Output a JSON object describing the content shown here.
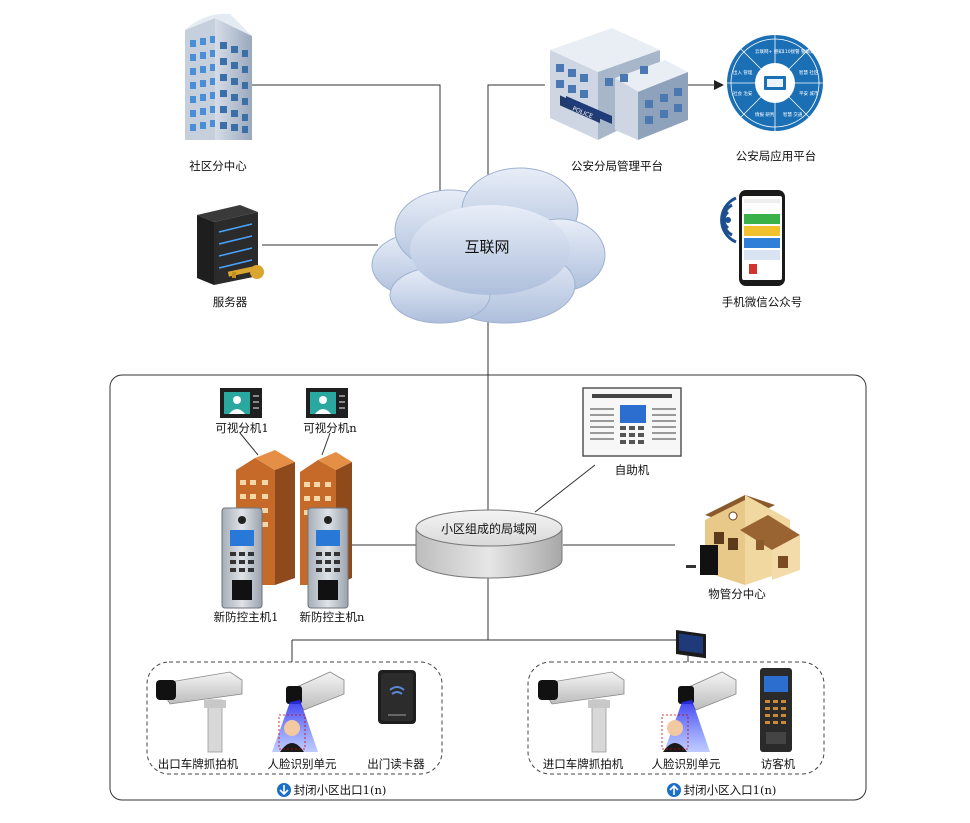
{
  "nodes": {
    "community_center": "社区分中心",
    "server": "服务器",
    "internet": "互联网",
    "police_platform": "公安分局管理平台",
    "police_app": "公安局应用平台",
    "wechat": "手机微信公众号",
    "video_ext_1": "可视分机1",
    "video_ext_n": "可视分机n",
    "kiosk": "自助机",
    "lan": "小区组成的局域网",
    "host_1": "新防控主机1",
    "host_n": "新防控主机n",
    "property_center": "物管分中心",
    "exit_plate_cam": "出口车牌抓拍机",
    "face_unit_exit": "人脸识别单元",
    "exit_card_reader": "出门读卡器",
    "entry_plate_cam": "进口车牌抓拍机",
    "face_unit_entry": "人脸识别单元",
    "visitor_machine": "访客机"
  },
  "gates": {
    "exit": "封闭小区出口1(n)",
    "entry": "封闭小区入口1(n)"
  },
  "police_sign": "POLICE",
  "wheel_labels": [
    "云联网+ 感知",
    "110接警 警情处",
    "智慧 社区",
    "平安 城市",
    "智慧 交通",
    "情报 研判",
    "社会 治安",
    "出入 管理"
  ],
  "colors": {
    "line": "#333333",
    "cloud": "#c9d6ea",
    "wheel": "#1b6fb5",
    "arrow_badge": "#1a6fc7"
  }
}
